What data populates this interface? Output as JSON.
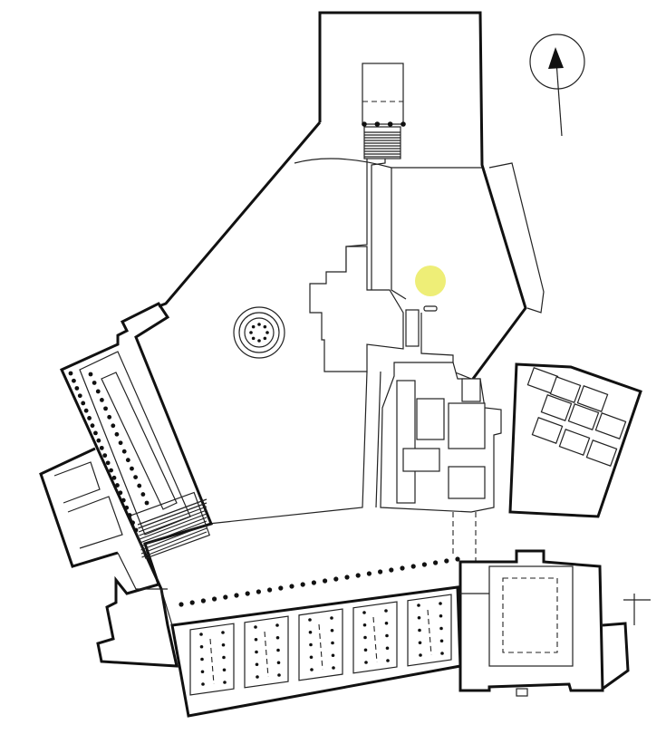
{
  "plan": {
    "wall_color": "#111111",
    "background": "#ffffff",
    "highlight": {
      "color": "#eeee77",
      "icon": "highlight-marker-icon"
    },
    "north_arrow": {
      "icon": "north-arrow-icon"
    },
    "colonnades": {
      "south_stoa_columns": 26,
      "north_gate_columns": 4,
      "west_stoa_outer_columns": 22,
      "west_stoa_inner_columns": 16,
      "altar_ring_columns": 8
    }
  }
}
